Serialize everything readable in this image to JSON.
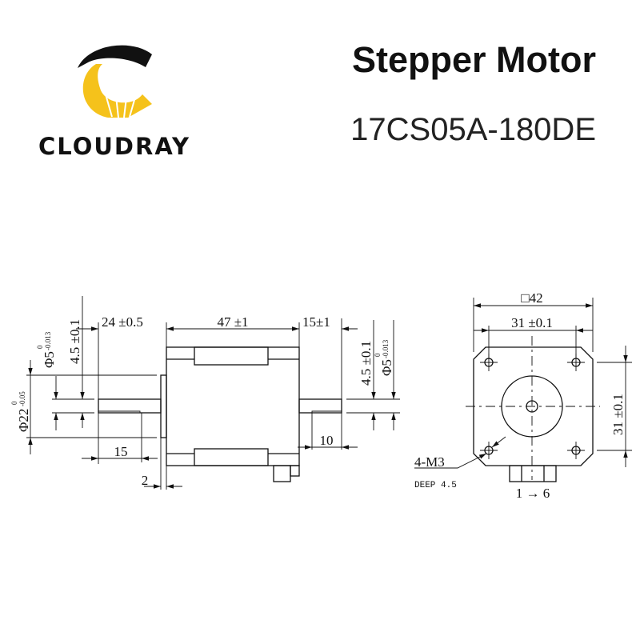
{
  "brand": {
    "name": "CLOUDRAY",
    "colors": {
      "yellow": "#F5C21B",
      "black": "#111111"
    }
  },
  "header": {
    "title": "Stepper Motor",
    "model": "17CS05A-180DE"
  },
  "side_view": {
    "front_shaft_length": "24 ±0.5",
    "body_length": "47 ±1",
    "rear_shaft_length": "15±1",
    "front_shaft_diameter": {
      "main": "Φ5",
      "upper": "0",
      "lower": "-0.013"
    },
    "front_flat_height": "4.5 ±0.1",
    "boss_diameter": {
      "main": "Φ22",
      "upper": "0",
      "lower": "-0.05"
    },
    "rear_flat_height": "4.5 ±0.1",
    "rear_shaft_diameter": {
      "main": "Φ5",
      "upper": "0",
      "lower": "-0.013"
    },
    "front_flat_length": "15",
    "boss_height": "2",
    "rear_flat_length": "10"
  },
  "front_view": {
    "square_size": "□42",
    "hole_spacing_h": "31 ±0.1",
    "hole_spacing_v": "31 ±0.1",
    "holes": "4-M3",
    "hole_depth": "DEEP 4.5",
    "connector_pins": "1 → 6"
  }
}
